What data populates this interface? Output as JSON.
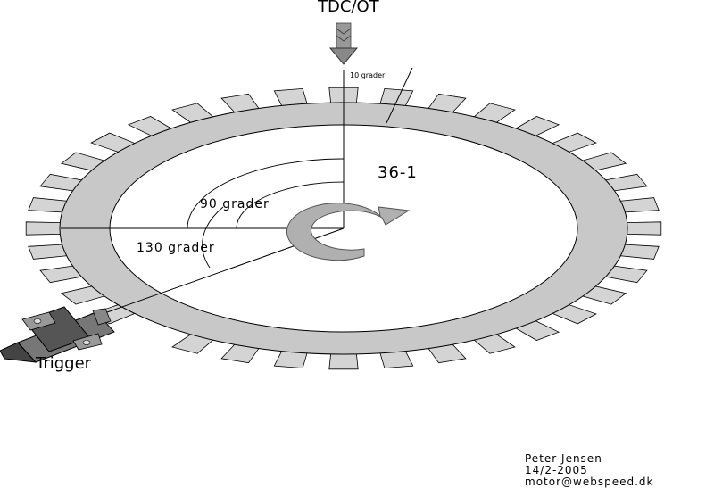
{
  "labels": {
    "tdc": "TDC/OT",
    "ten_degrees": "10 grader",
    "wheel_type": "36-1",
    "ninety": "90 grader",
    "one_thirty": "130 grader",
    "trigger": "Trigger"
  },
  "credit": {
    "author": "Peter Jensen",
    "date": "14/2-2005",
    "email": "motor@webspeed.dk"
  },
  "wheel": {
    "tooth_count": 36,
    "missing_teeth": 1,
    "tooth_spacing_degrees": 10
  },
  "colors": {
    "ring": "#c8c8c8",
    "tooth": "#d4d4d4",
    "outline": "#000000",
    "arrow": "#b0b0b0",
    "trigger_body": "#555555"
  }
}
